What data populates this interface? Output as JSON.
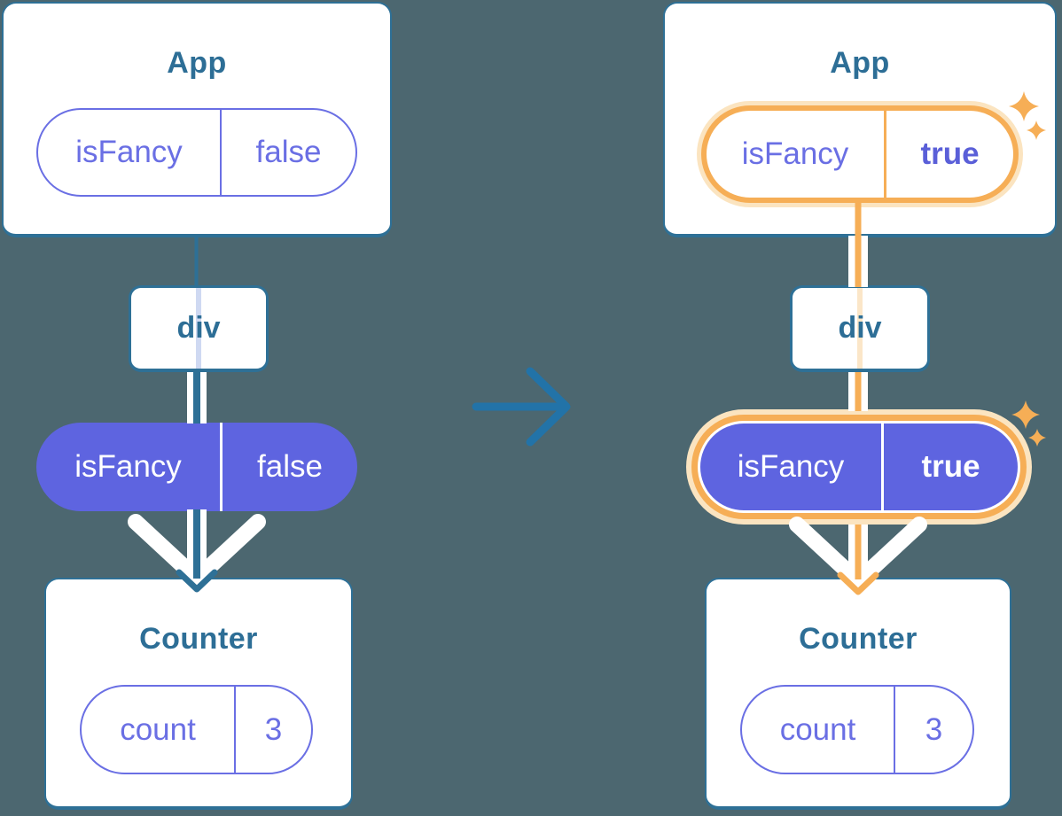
{
  "colors": {
    "background": "#4C6770",
    "card_border": "#2E7096",
    "heading_text": "#2D6E96",
    "state_purple_fill": "#5E64E0",
    "pill_outline_purple": "#6A6FE4",
    "highlight_orange": "#F6AE56",
    "highlight_glow": "#FBE4C0",
    "transition_arrow_blue": "#2273A8"
  },
  "left_tree": {
    "app": {
      "title": "App",
      "prop_key": "isFancy",
      "prop_value": "false"
    },
    "div": {
      "label": "div"
    },
    "passed_prop": {
      "key": "isFancy",
      "value": "false"
    },
    "counter": {
      "title": "Counter",
      "state_key": "count",
      "state_value": "3"
    }
  },
  "right_tree": {
    "app": {
      "title": "App",
      "prop_key": "isFancy",
      "prop_value": "true"
    },
    "div": {
      "label": "div"
    },
    "passed_prop": {
      "key": "isFancy",
      "value": "true"
    },
    "counter": {
      "title": "Counter",
      "state_key": "count",
      "state_value": "3"
    }
  }
}
